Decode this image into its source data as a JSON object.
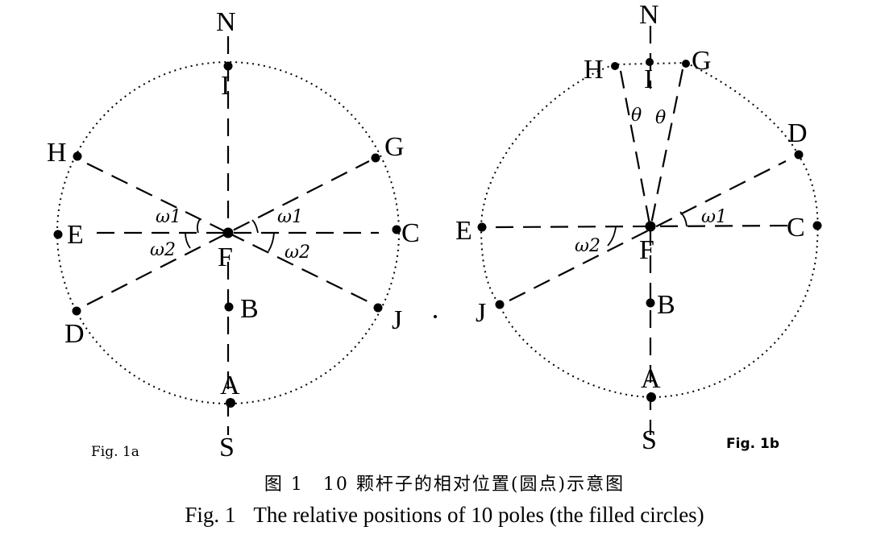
{
  "fig_a": {
    "tag": "Fig. 1a",
    "labels": {
      "N": "N",
      "S": "S",
      "I": "I",
      "A": "A",
      "B": "B",
      "F": "F",
      "H": "H",
      "G": "G",
      "E": "E",
      "C": "C",
      "D": "D",
      "J": "J"
    },
    "angles": {
      "w1_left": "ω1",
      "w2_left": "ω2",
      "w1_right": "ω1",
      "w2_right": "ω2"
    }
  },
  "fig_b": {
    "tag": "Fig. 1b",
    "labels": {
      "N": "N",
      "S": "S",
      "I": "I",
      "A": "A",
      "B": "B",
      "F": "F",
      "H": "H",
      "G": "G",
      "E": "E",
      "C": "C",
      "D": "D",
      "J": "J"
    },
    "angles": {
      "theta_left": "θ",
      "theta_right": "θ",
      "w1": "ω1",
      "w2": "ω2"
    }
  },
  "caption": {
    "chinese": "图 1　10 颗杆子的相对位置(圆点)示意图",
    "number": "Fig. 1",
    "english": "The relative positions of 10 poles (the filled circles)"
  }
}
